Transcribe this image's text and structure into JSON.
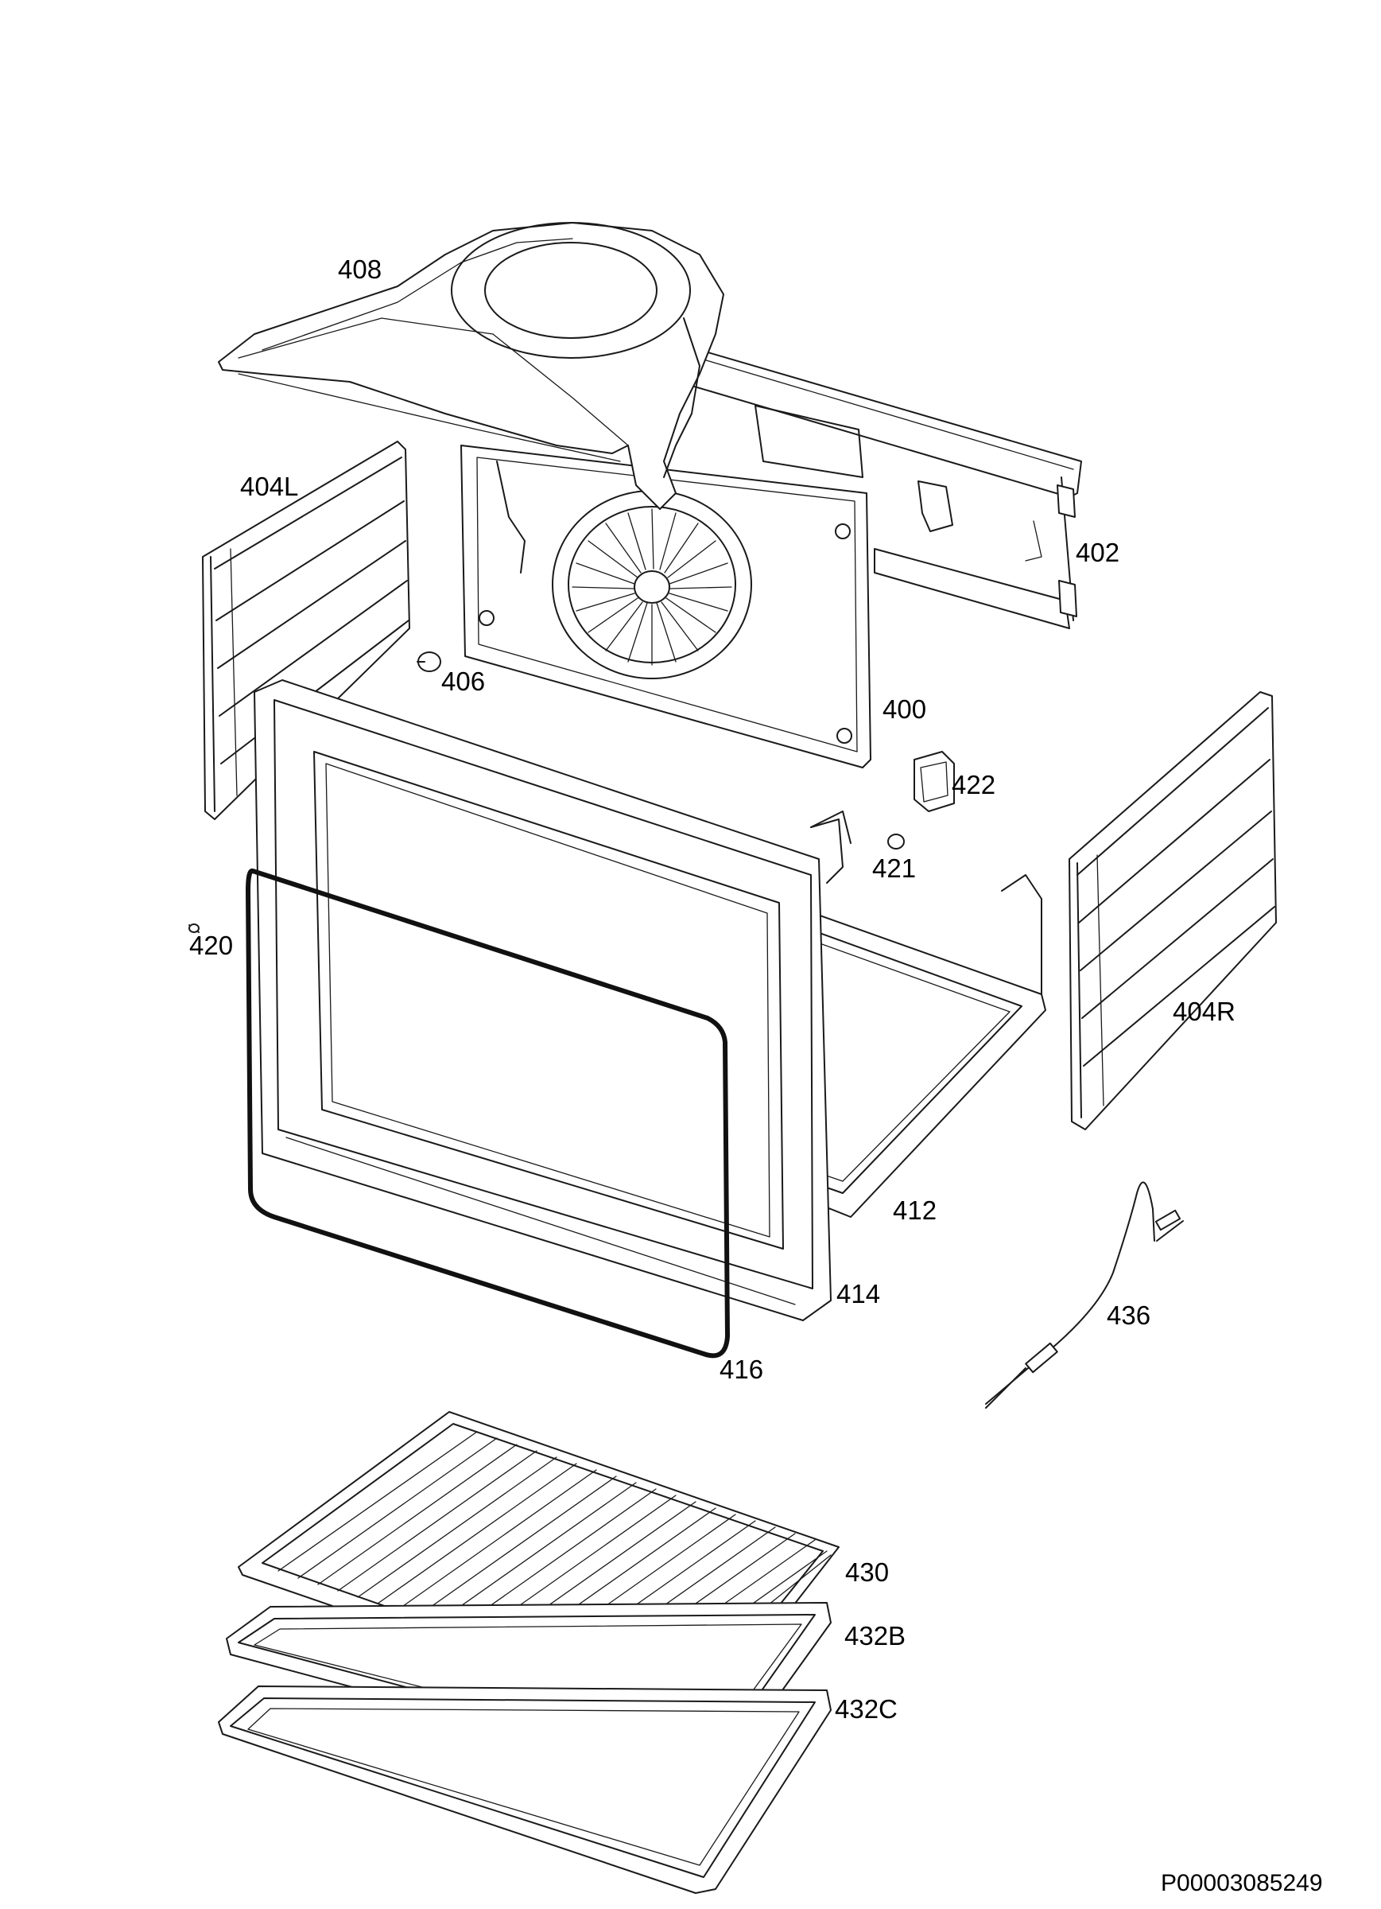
{
  "labels": {
    "p408": "408",
    "p404L": "404L",
    "p402": "402",
    "p406": "406",
    "p400": "400",
    "p422": "422",
    "p421": "421",
    "p420": "420",
    "p404R": "404R",
    "p412": "412",
    "p414": "414",
    "p416": "416",
    "p436": "436",
    "p430": "430",
    "p432B": "432B",
    "p432C": "432C"
  },
  "document_id": "P00003085249"
}
